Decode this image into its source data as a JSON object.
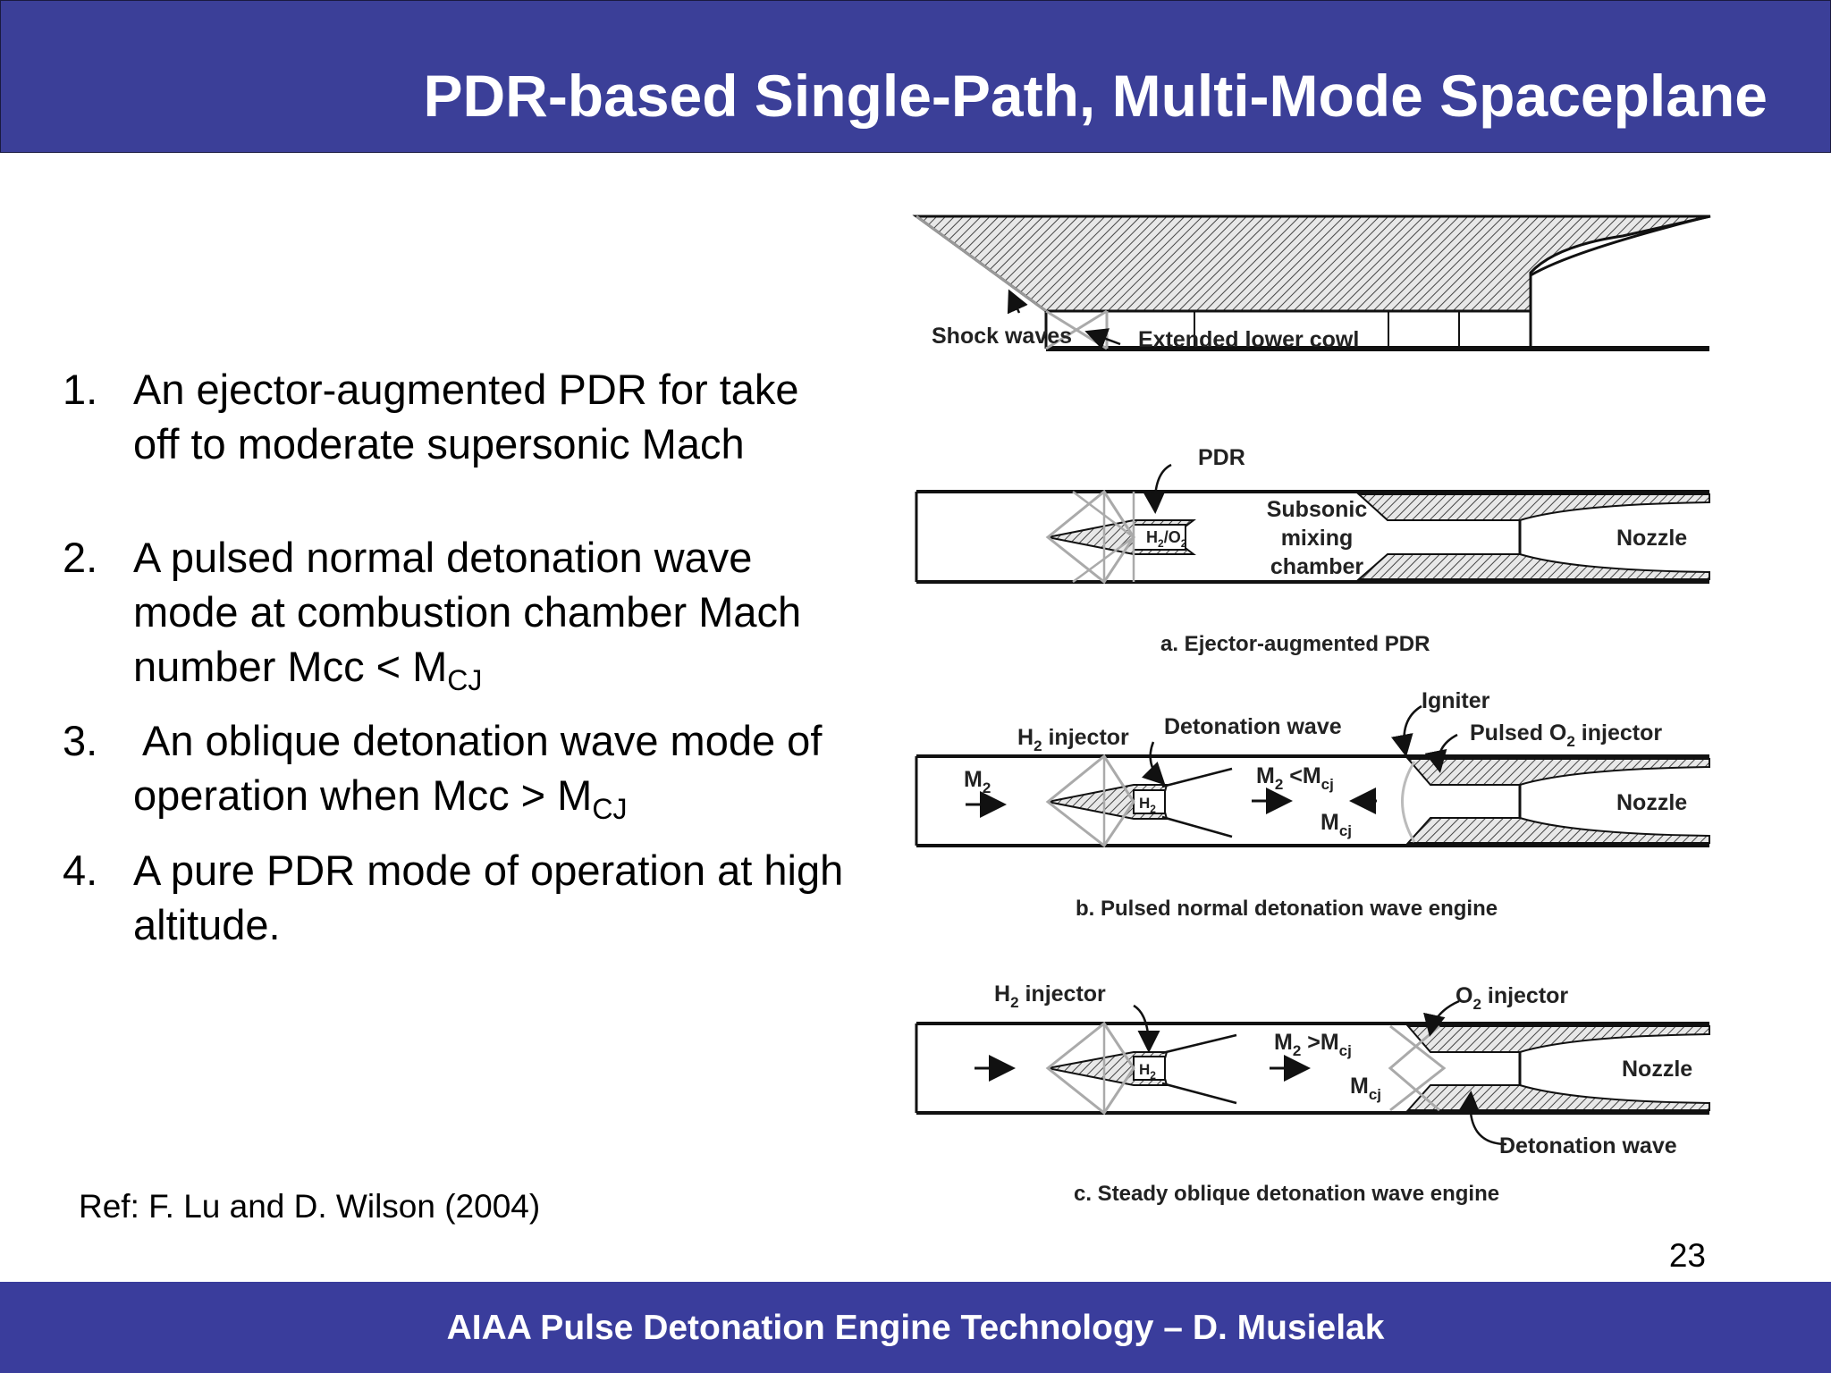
{
  "slide": {
    "title": "PDR-based Single-Path, Multi-Mode Spaceplane",
    "items": [
      {
        "num": "1.",
        "text": "An ejector-augmented PDR for take off to moderate supersonic Mach"
      },
      {
        "num": "2.",
        "text": "A pulsed normal detonation wave mode at combustion chamber Mach number Mcc < M",
        "sub": "CJ"
      },
      {
        "num": "3.",
        "text": "An oblique detonation wave mode of operation when Mcc > M",
        "sub": "CJ"
      },
      {
        "num": "4.",
        "text": "A pure PDR mode of operation at high altitude."
      }
    ],
    "ref": "Ref: F. Lu and D. Wilson (2004)",
    "page_number": "23",
    "footer": "AIAA Pulse Detonation Engine Technology – D. Musielak"
  },
  "figure": {
    "top": {
      "shock_waves": "Shock waves",
      "lower_cowl": "Extended lower cowl"
    },
    "a": {
      "pdr": "PDR",
      "h2o2": "H",
      "h2o2_sub1": "2",
      "h2o2_mid": "/O",
      "h2o2_sub2": "2",
      "mix1": "Subsonic",
      "mix2": "mixing",
      "mix3": "chamber",
      "nozzle": "Nozzle",
      "caption": "a. Ejector-augmented PDR"
    },
    "b": {
      "h2_injector": "H",
      "h2_injector_sub": "2",
      "h2_injector_rest": " injector",
      "det_wave": "Detonation wave",
      "igniter": "Igniter",
      "o2_pre": "Pulsed O",
      "o2_sub": "2",
      "o2_rest": " injector",
      "m2": "M",
      "m2_sub": "2",
      "cond": "M",
      "cond_sub1": "2",
      "cond_mid": " <M",
      "cond_sub2": "cj",
      "mcj": "M",
      "mcj_sub": "cj",
      "h2": "H",
      "h2_sub": "2",
      "nozzle": "Nozzle",
      "caption": "b. Pulsed normal detonation wave engine"
    },
    "c": {
      "h2_injector": "H",
      "h2_injector_sub": "2",
      "h2_injector_rest": " injector",
      "o2_injector": "O",
      "o2_injector_sub": "2",
      "o2_injector_rest": " injector",
      "cond": "M",
      "cond_sub1": "2",
      "cond_mid": " >M",
      "cond_sub2": "cj",
      "mcj": "M",
      "mcj_sub": "cj",
      "h2": "H",
      "h2_sub": "2",
      "nozzle": "Nozzle",
      "det_wave": "Detonation wave",
      "caption": "c. Steady oblique detonation wave engine"
    }
  }
}
